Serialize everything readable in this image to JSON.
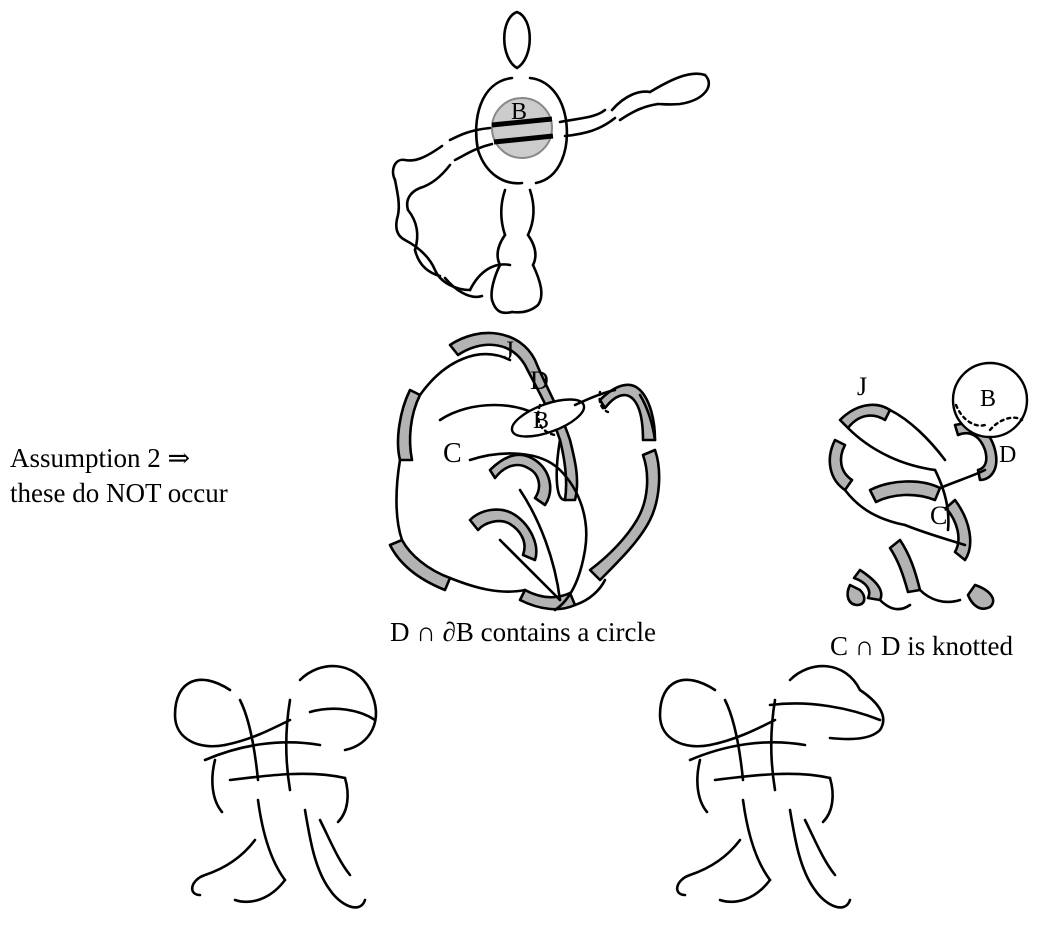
{
  "labels": {
    "top_ball": "B",
    "middle_J": "J",
    "middle_D": "D",
    "middle_B": "B",
    "middle_C": "C",
    "right_J": "J",
    "right_B": "B",
    "right_D": "D",
    "right_C": "C"
  },
  "side_note": {
    "line1": "Assumption 2 ⇒",
    "line2": "these do NOT occur"
  },
  "captions": {
    "middle": "D ∩ ∂B contains a circle",
    "right": "C ∩ D is knotted"
  },
  "colors": {
    "band_fill": "#b3b3b3",
    "ball_fill": "#cccccc",
    "stroke": "#000000"
  }
}
